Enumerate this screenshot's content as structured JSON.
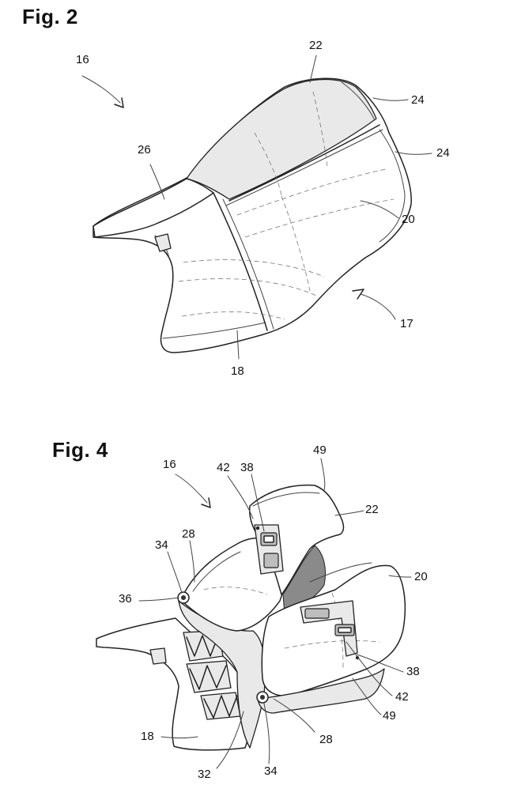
{
  "fig2": {
    "title": "Fig. 2",
    "labels": {
      "l16": "16",
      "l22": "22",
      "l24a": "24",
      "l24b": "24",
      "l26": "26",
      "l20": "20",
      "l17": "17",
      "l18": "18"
    }
  },
  "fig4": {
    "title": "Fig. 4",
    "labels": {
      "l49a": "49",
      "l16": "16",
      "l42a": "42",
      "l38a": "38",
      "l22": "22",
      "l34a": "34",
      "l28a": "28",
      "l20": "20",
      "l36": "36",
      "l38b": "38",
      "l42b": "42",
      "l49b": "49",
      "l28b": "28",
      "l18": "18",
      "l34b": "34",
      "l32": "32"
    }
  }
}
